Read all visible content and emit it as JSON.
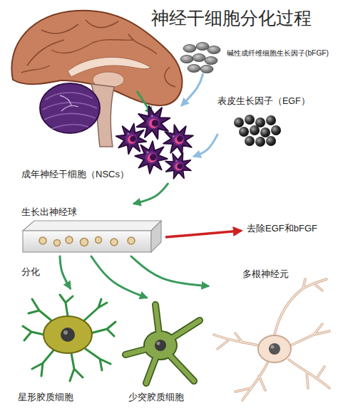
{
  "diagram": {
    "title": "神经干细胞分化过程",
    "nodes": [
      {
        "text": [
          "碱性成纤维细胞生长因子(bFGF)"
        ]
      },
      {
        "text": [
          "表皮生长因子（EGF）"
        ]
      },
      {
        "text": [
          "成年神经干细胞（NSCs）"
        ]
      },
      {
        "text": [
          "生长出神经球"
        ]
      },
      {
        "text": [
          "星形胶质细胞"
        ]
      },
      {
        "text": [
          "少突胶质细胞"
        ]
      },
      {
        "text": [
          "多根神经元"
        ]
      }
    ],
    "edges": [
      {
        "from": 0,
        "to": 2,
        "arrow": "to"
      },
      {
        "from": 1,
        "to": 2,
        "arrow": "to"
      },
      {
        "from": 2,
        "to": 3,
        "arrow": "to"
      },
      {
        "from": 3,
        "to": 4,
        "arrow": "to"
      },
      {
        "from": 3,
        "to": 5,
        "arrow": "to"
      },
      {
        "from": 3,
        "to": 6,
        "arrow": "to"
      }
    ],
    "labels": [
      "去除EGF和bFGF",
      "分化"
    ]
  }
}
